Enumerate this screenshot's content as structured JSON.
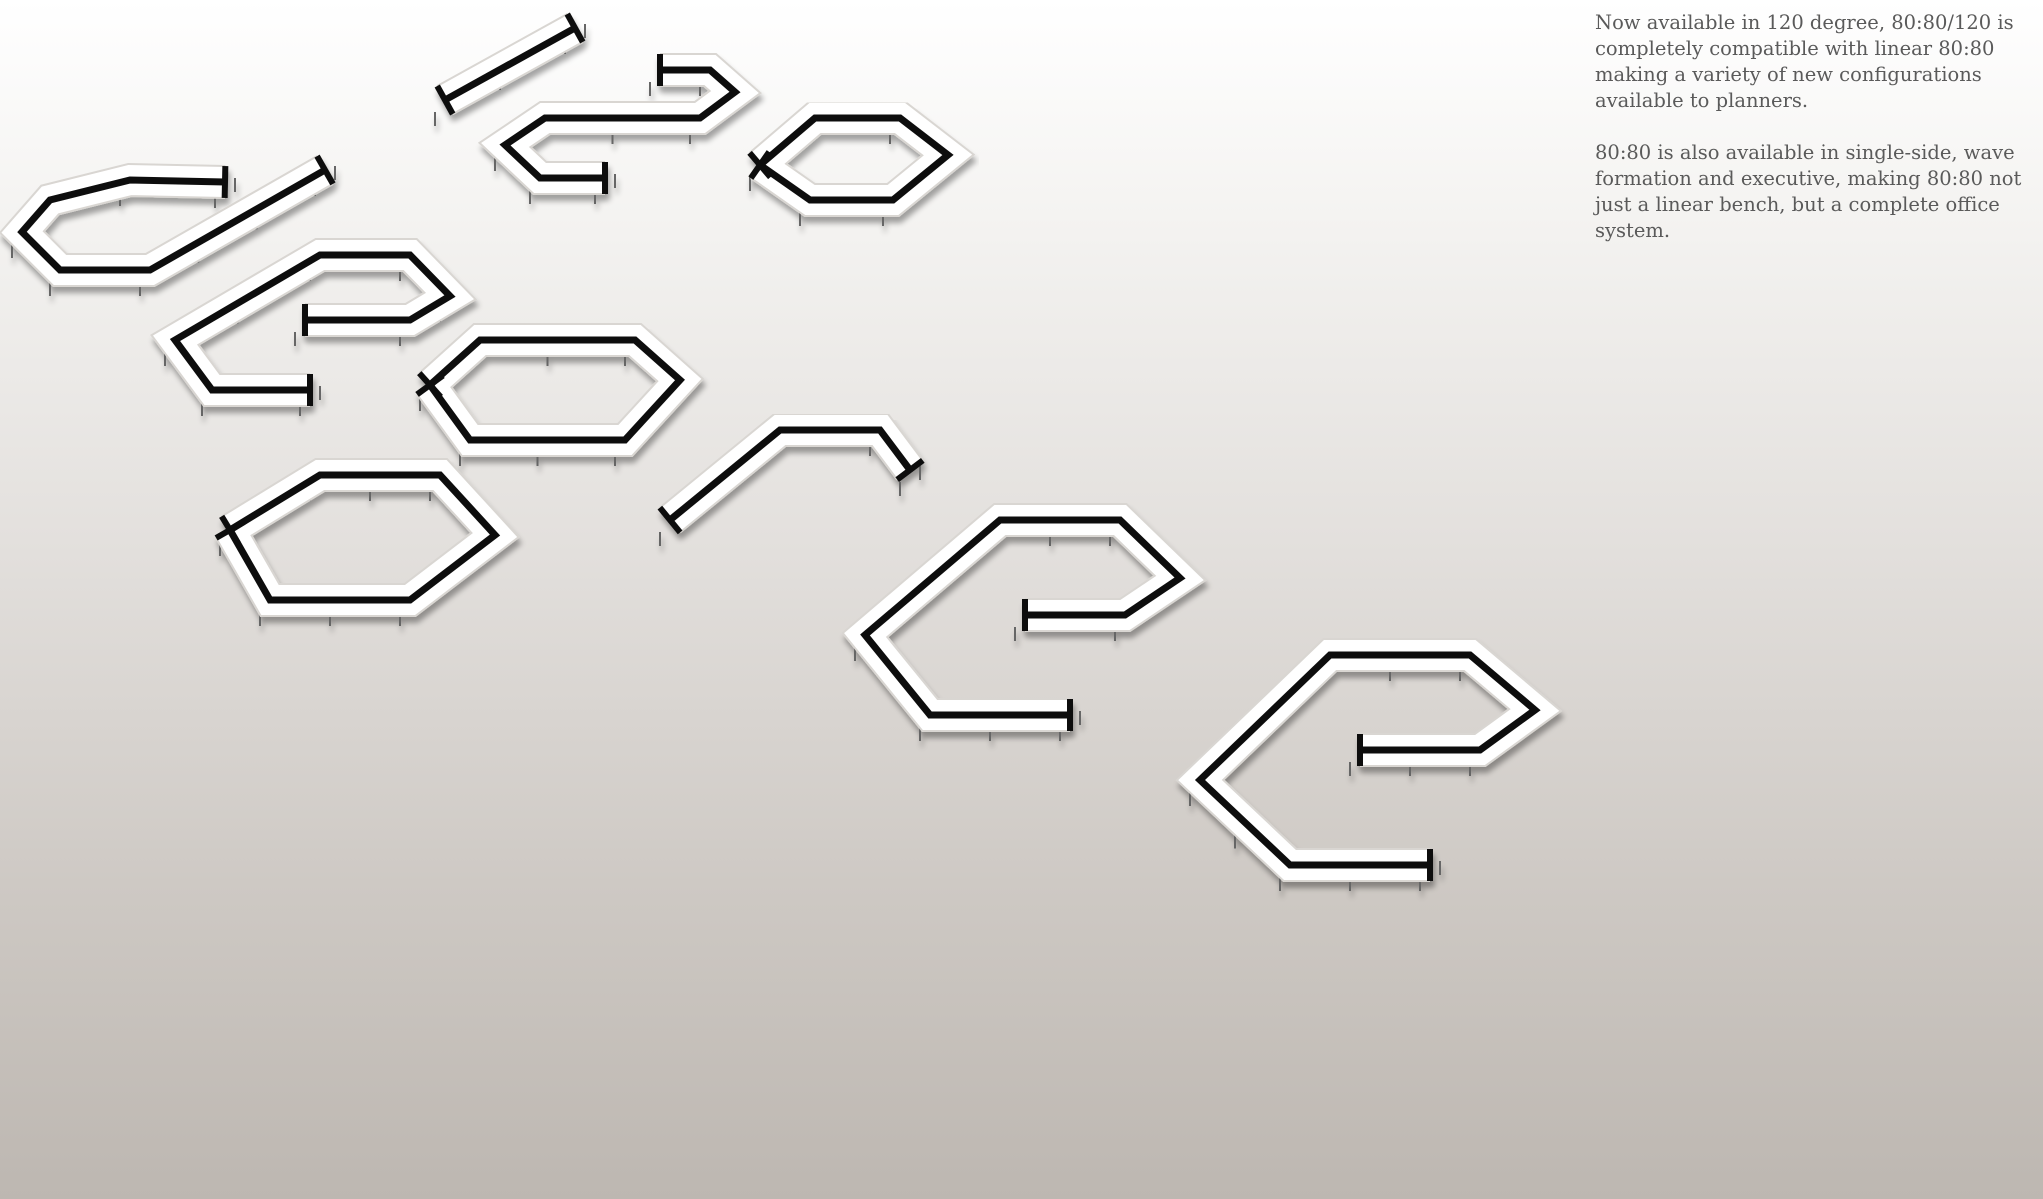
{
  "description": {
    "paragraph_1": "Now available in 120 degree, 80:80/120 is completely compatible with linear 80:80 making a variety of new configurations available to planners.",
    "paragraph_2": "80:80 is also available in single-side, wave formation and executive, making 80:80 not just a linear bench, but a complete office system."
  },
  "colors": {
    "background_top": "#ffffff",
    "background_bottom": "#bdb7b1",
    "desk_top": "#ffffff",
    "desk_screen": "#111111",
    "desk_leg": "#666666",
    "text": "#5a5a5a"
  },
  "artwork": {
    "subject": "120 degree workstation bench layouts",
    "icon": "bench-layout-illustration"
  }
}
